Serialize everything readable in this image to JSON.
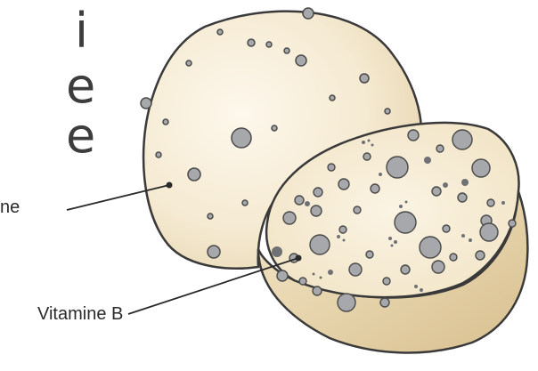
{
  "title_fragments": [
    "i",
    "e",
    "e"
  ],
  "labels": {
    "left_partial": "ne",
    "vitamin_b": "Vitamine B"
  },
  "colors": {
    "background": "#ffffff",
    "fill_light": "#fbf3e2",
    "fill_dark": "#e9d9b7",
    "outline": "#3a3a3a",
    "spot": "#a7a8ab",
    "spot_dark": "#6f7175"
  }
}
